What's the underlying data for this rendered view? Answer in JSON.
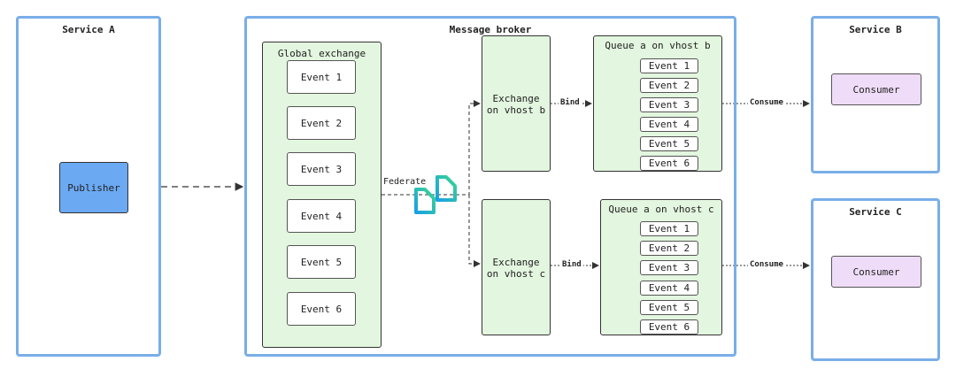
{
  "service_a": {
    "title": "Service A",
    "publisher": "Publisher"
  },
  "broker": {
    "title": "Message broker",
    "global_exchange": {
      "title": "Global exchange",
      "events": [
        "Event 1",
        "Event 2",
        "Event 3",
        "Event 4",
        "Event 5",
        "Event 6"
      ]
    },
    "federate_label": "Federate",
    "exchange_b": {
      "line1": "Exchange",
      "line2": "on vhost b"
    },
    "exchange_c": {
      "line1": "Exchange",
      "line2": "on vhost c"
    },
    "bind_label": "Bind",
    "queue_b": {
      "title": "Queue a on vhost b",
      "events": [
        "Event 1",
        "Event 2",
        "Event 3",
        "Event 4",
        "Event 5",
        "Event 6"
      ]
    },
    "queue_c": {
      "title": "Queue a on vhost c",
      "events": [
        "Event 1",
        "Event 2",
        "Event 3",
        "Event 4",
        "Event 5",
        "Event 6"
      ]
    }
  },
  "consume_label": "Consume",
  "service_b": {
    "title": "Service B",
    "consumer": "Consumer"
  },
  "service_c": {
    "title": "Service C",
    "consumer": "Consumer"
  },
  "colors": {
    "frame_border": "#79aee8",
    "green_fill": "#e3f6df",
    "publisher_fill": "#6ba9f3",
    "consumer_fill": "#efdcf8"
  },
  "icons": {
    "federate": "federation-icon"
  }
}
